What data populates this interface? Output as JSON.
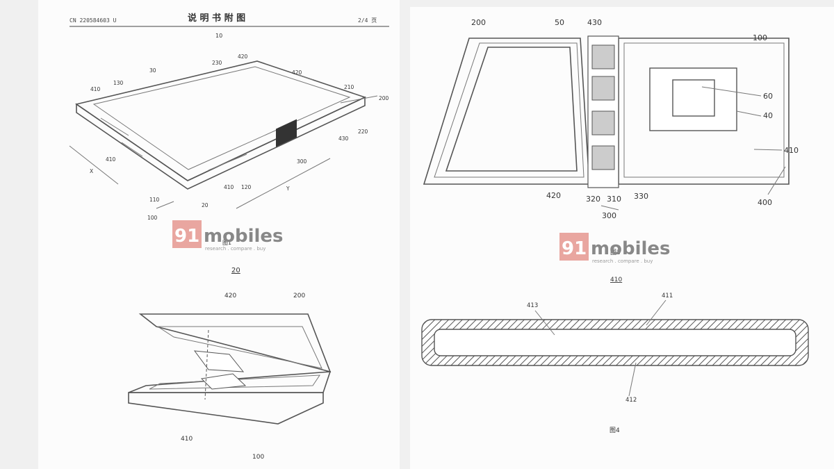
{
  "header": {
    "doc_number": "CN 220584603 U",
    "title": "说 明 书 附 图",
    "page": "2/4 页"
  },
  "fig1": {
    "ref": "10",
    "caption": "图1",
    "labels": {
      "l30": "30",
      "l230": "230",
      "l420a": "420",
      "l420b": "420",
      "l410a": "410",
      "l130": "130",
      "l210": "210",
      "l200": "200",
      "l220": "220",
      "l430": "430",
      "l410b": "410",
      "l300": "300",
      "l410c": "410",
      "l120": "120",
      "lX": "X",
      "lY": "Y",
      "l110": "110",
      "l20": "20",
      "l100": "100"
    }
  },
  "fig2": {
    "ref": "20",
    "labels": {
      "l420": "420",
      "l200": "200",
      "l410": "410",
      "l100": "100"
    }
  },
  "fig3": {
    "caption": "图3",
    "labels": {
      "l200": "200",
      "l50": "50",
      "l430": "430",
      "l100": "100",
      "l60": "60",
      "l40": "40",
      "l410": "410",
      "l420": "420",
      "l320": "320",
      "l310": "310",
      "l330": "330",
      "l400": "400",
      "l300": "300"
    }
  },
  "fig4": {
    "ref": "410",
    "caption": "图4",
    "labels": {
      "l413": "413",
      "l411": "411",
      "l412": "412"
    }
  },
  "watermark": {
    "number": "91",
    "brand": "mobiles",
    "tagline": "research . compare . buy"
  }
}
